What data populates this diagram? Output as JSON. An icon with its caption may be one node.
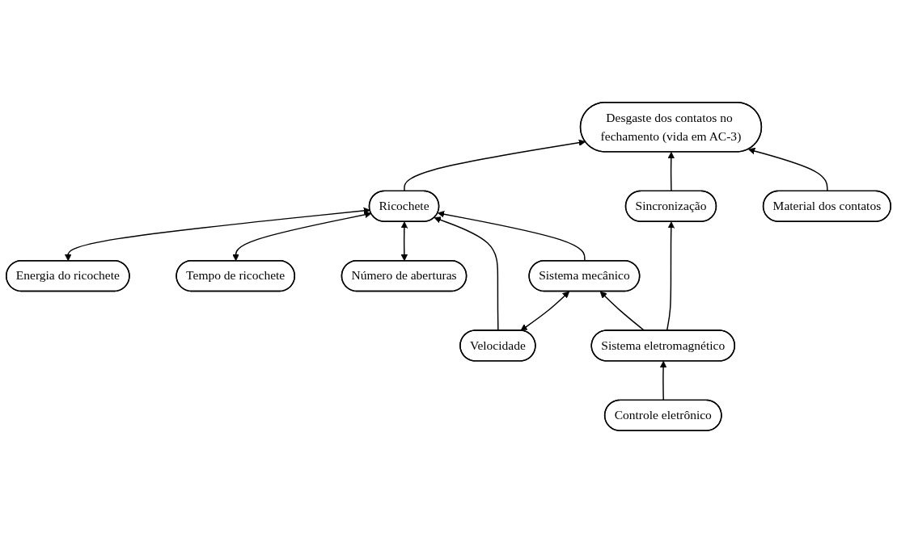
{
  "diagram": {
    "nodes": [
      {
        "text": [
          "Energia do ricochete"
        ]
      },
      {
        "text": [
          "Desgaste dos contatos no fechamento (vida em AC-3)"
        ]
      },
      {
        "text": [
          "Material dos contatos"
        ]
      },
      {
        "text": [
          "Tempo de ricochete"
        ]
      },
      {
        "text": [
          "Ricochete"
        ]
      },
      {
        "text": [
          "Número de aberturas"
        ]
      },
      {
        "text": [
          "Sistema mecânico"
        ]
      },
      {
        "text": [
          "Sincronização"
        ]
      },
      {
        "text": [
          "Velocidade"
        ]
      },
      {
        "text": [
          "Sistema eletromagnético"
        ]
      },
      {
        "text": [
          "Controle eletrônico"
        ]
      }
    ],
    "edges": [
      {
        "from": 0,
        "to": 4,
        "arrow": "both"
      },
      {
        "from": 4,
        "to": 1,
        "arrow": "to"
      },
      {
        "from": 2,
        "to": 1,
        "arrow": "to"
      },
      {
        "from": 3,
        "to": 4,
        "arrow": "both"
      },
      {
        "from": 5,
        "to": 4,
        "arrow": "both"
      },
      {
        "from": 6,
        "to": 4,
        "arrow": "to"
      },
      {
        "from": 8,
        "to": 4,
        "arrow": "to"
      },
      {
        "from": 8,
        "to": 6,
        "arrow": "both"
      },
      {
        "from": 9,
        "to": 6,
        "arrow": "to"
      },
      {
        "from": 9,
        "to": 7,
        "arrow": "to"
      },
      {
        "from": 7,
        "to": 1,
        "arrow": "to"
      },
      {
        "from": 10,
        "to": 9,
        "arrow": "to"
      }
    ]
  }
}
